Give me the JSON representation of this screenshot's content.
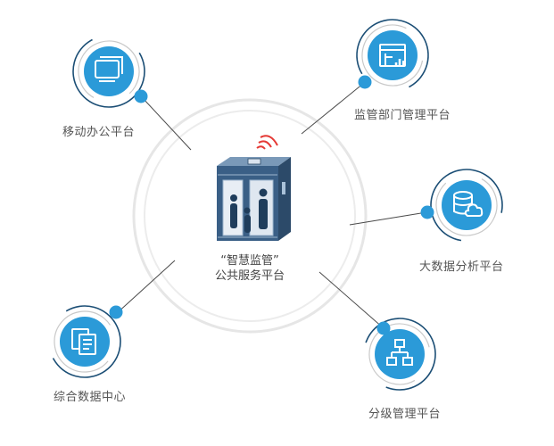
{
  "diagram": {
    "center": {
      "line1": "“智慧监管”",
      "line2": "公共服务平台"
    },
    "nodes": [
      {
        "id": "mobile-office",
        "label": "移动办公平台",
        "icon": "monitor-icon"
      },
      {
        "id": "regulator",
        "label": "监管部门管理平台",
        "icon": "dashboard-window-icon"
      },
      {
        "id": "big-data",
        "label": "大数据分析平台",
        "icon": "database-cloud-icon"
      },
      {
        "id": "integrated-data",
        "label": "综合数据中心",
        "icon": "documents-icon"
      },
      {
        "id": "tiered",
        "label": "分级管理平台",
        "icon": "hierarchy-icon"
      }
    ]
  },
  "colors": {
    "accent": "#2b9ad8",
    "accent_dark": "#1a7fc0",
    "ring": "#e2e2e2",
    "line": "#4a4a4a",
    "elevator": "#3a5f86",
    "signal": "#e53935"
  }
}
